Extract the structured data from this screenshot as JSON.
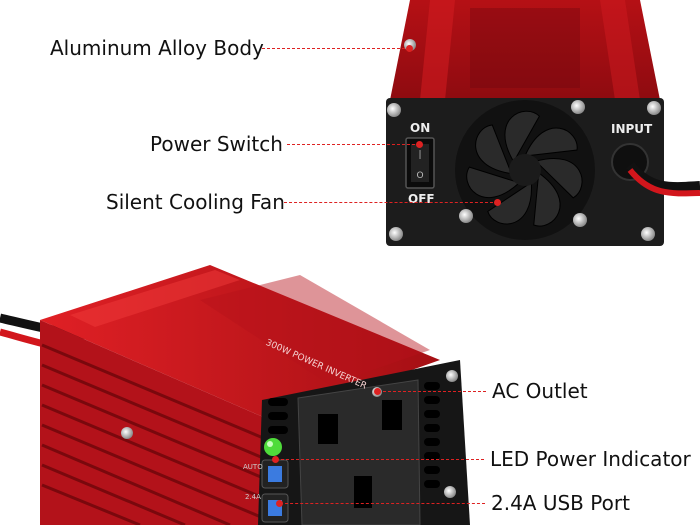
{
  "callouts": {
    "aluminum_body": "Aluminum Alloy Body",
    "power_switch": "Power Switch",
    "cooling_fan": "Silent Cooling Fan",
    "ac_outlet": "AC Outlet",
    "led_indicator": "LED Power Indicator",
    "usb_port": "2.4A USB Port"
  },
  "device_labels": {
    "on": "ON",
    "off": "OFF",
    "input": "INPUT",
    "model_text": "300W POWER INVERTER",
    "usb_auto": "AUTO",
    "usb_rating": "2.4A"
  },
  "colors": {
    "body_red": "#c8141a",
    "panel_dark": "#1c1c1c",
    "callout_line": "#dd2222",
    "led_green": "#4fdc3a",
    "usb_blue": "#3b7be0"
  }
}
